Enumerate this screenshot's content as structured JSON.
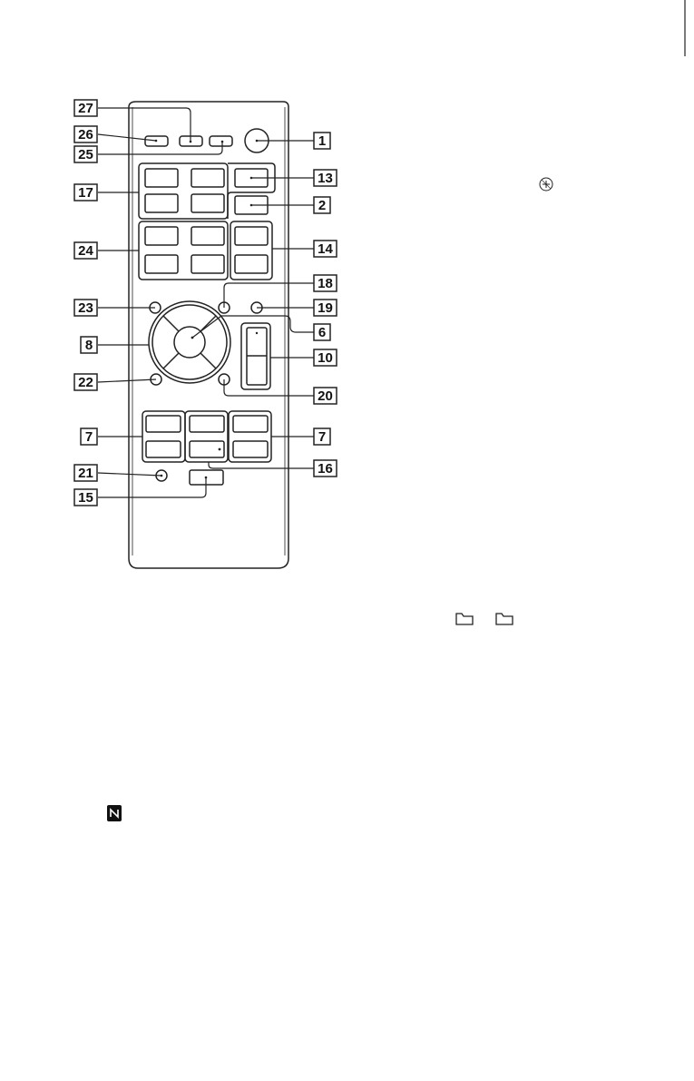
{
  "diagram": {
    "type": "remote-control-layout",
    "callouts": {
      "c1": "1",
      "c2": "2",
      "c6": "6",
      "c7_left": "7",
      "c7_right": "7",
      "c8": "8",
      "c10": "10",
      "c13": "13",
      "c14": "14",
      "c15": "15",
      "c16": "16",
      "c17": "17",
      "c18": "18",
      "c19": "19",
      "c20": "20",
      "c21": "21",
      "c22": "22",
      "c23": "23",
      "c24": "24",
      "c25": "25",
      "c26": "26",
      "c27": "27"
    },
    "icons": [
      "power-icon",
      "plus-circle-icon",
      "folder-icon",
      "folder-icon",
      "nfc-icon"
    ],
    "stroke_color": "#222222",
    "background_color": "#ffffff"
  }
}
